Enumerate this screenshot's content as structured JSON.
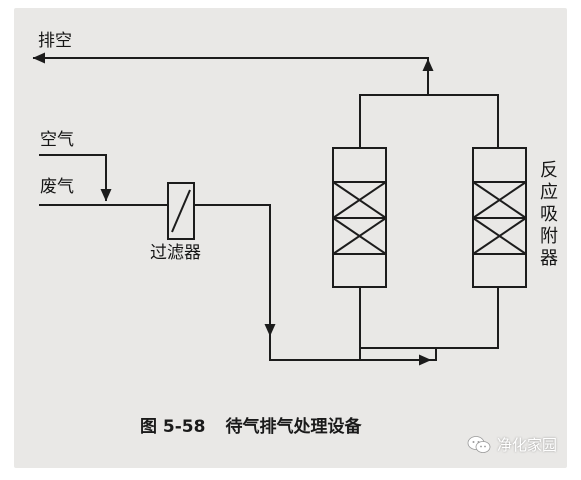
{
  "labels": {
    "exhaust": "排空",
    "air": "空气",
    "waste_gas": "废气",
    "filter": "过滤器",
    "reactor": "反应吸附器"
  },
  "caption": {
    "number": "图 5-58",
    "title": "待气排气处理设备"
  },
  "watermark": {
    "text": "净化家园",
    "icon": "wechat-icon"
  },
  "colors": {
    "line": "#1c1c1c",
    "paper": "#e9e8e6"
  }
}
